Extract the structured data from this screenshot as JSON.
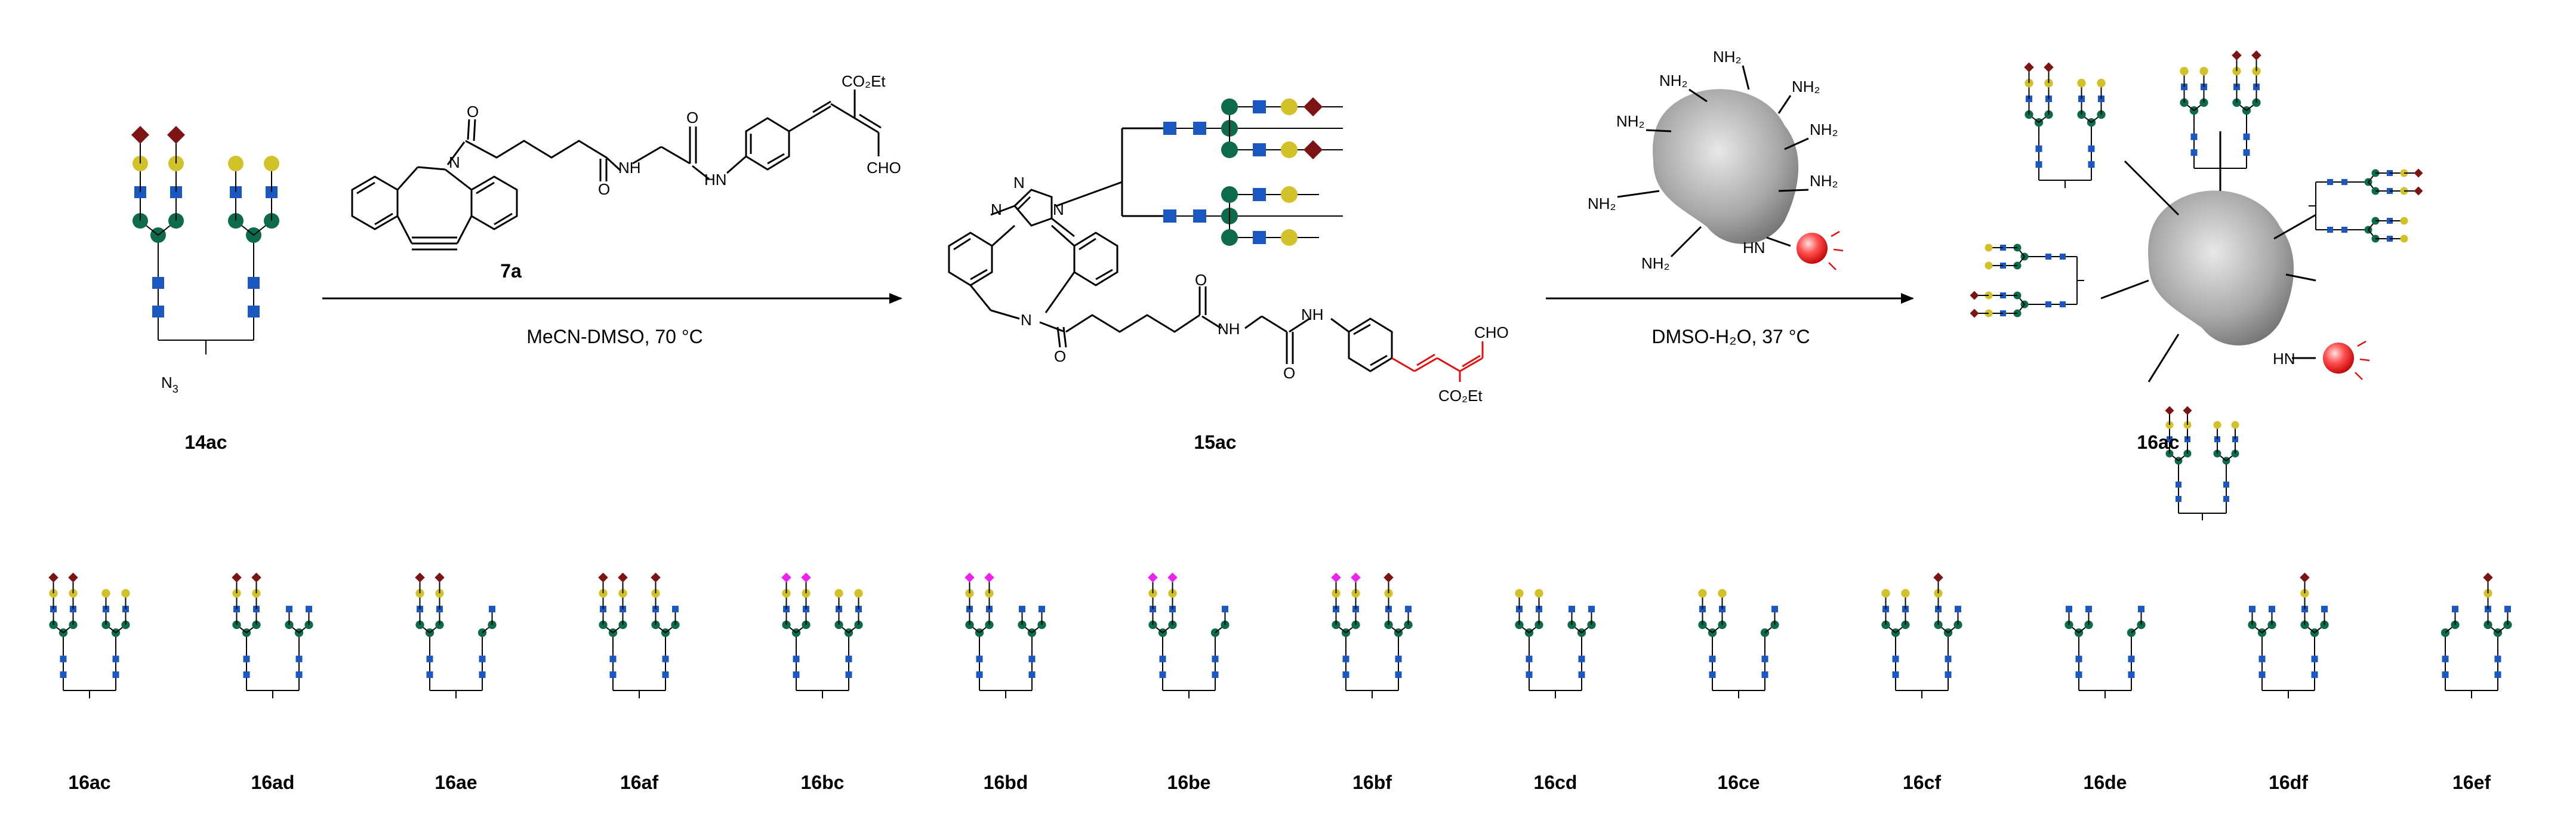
{
  "scheme": {
    "start_label": "14ac",
    "intermediate_label": "15ac",
    "product_label": "16ac",
    "reagent_label": "7a",
    "azide_label": "N",
    "azide_subscript": "3",
    "step1_conditions": "MeCN-DMSO,  70 °C",
    "step2_conditions": "DMSO-H₂O,  37 °C",
    "reagent_groups": {
      "ester_top": "CO₂Et",
      "aldehyde": "CHO",
      "nh_amide": "N",
      "nh_aryl": "N",
      "ring_n": "N",
      "h_label": "H",
      "ester_bottom": "CO₂Et",
      "aldehyde_red": "CHO",
      "nh_a": "NH",
      "nh_b": "NH",
      "triazole_n1": "N",
      "triazole_n2": "N",
      "triazole_n3": "N",
      "ring_n2": "N",
      "protein_nh": "HN",
      "product_nh": "HN"
    },
    "protein_amines": [
      "NH₂",
      "NH₂",
      "NH₂",
      "NH₂",
      "NH₂",
      "NH₂",
      "NH₂",
      "NH₂"
    ]
  },
  "glycan_series": [
    "16ac",
    "16ad",
    "16ae",
    "16af",
    "16bc",
    "16bd",
    "16be",
    "16bf",
    "16cd",
    "16ce",
    "16cf",
    "16de",
    "16df",
    "16ef"
  ],
  "colors": {
    "glcnac": "#1a57c0",
    "man_green": "#0b6b4b",
    "galactose": "#d2c22a",
    "neu5ac": "#7d1414",
    "neu5gc": "#ee22ee",
    "product_red": "#e01010",
    "protein": "#9a9a9a"
  }
}
